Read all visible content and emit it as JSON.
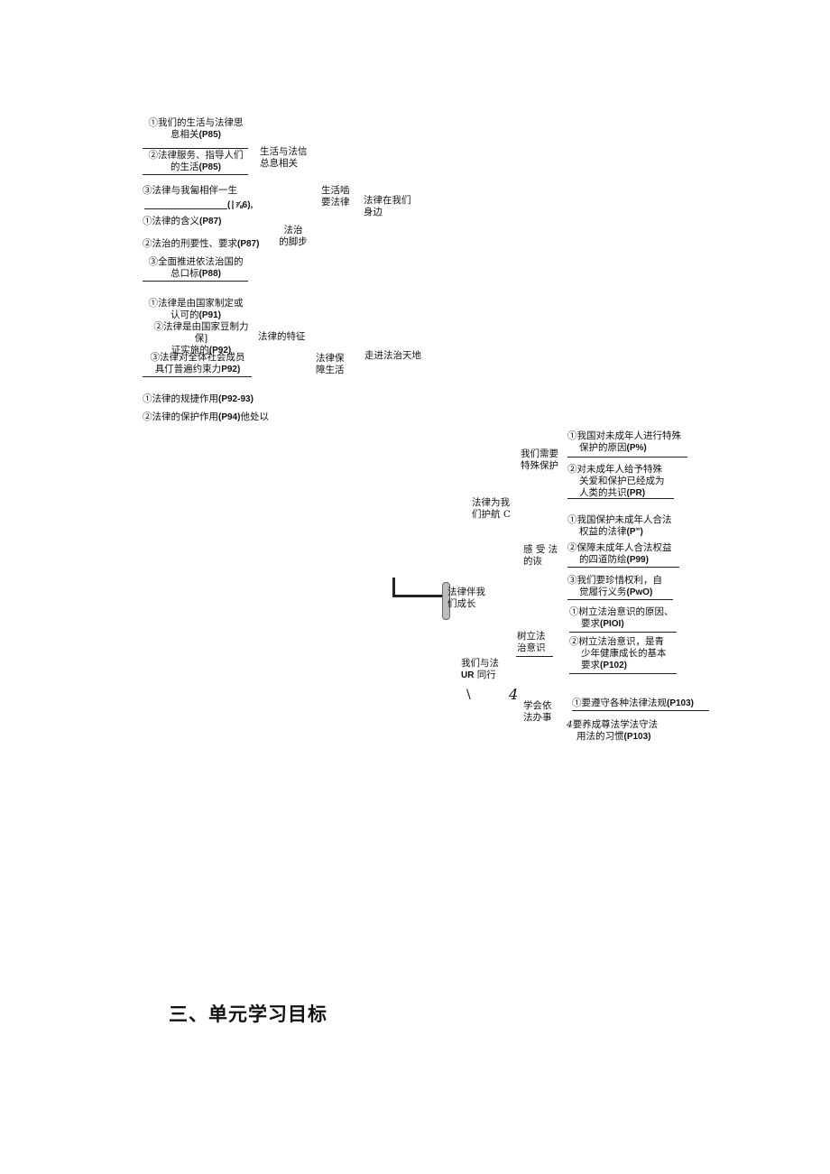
{
  "left_map": {
    "items": [
      {
        "line1": "①我们的生活与法律思",
        "line2": "息相关",
        "ref": "(P85)"
      },
      {
        "line1": "②法律服务、指导人们",
        "line2": "的生活",
        "ref": "(P85)"
      },
      {
        "line1": "③法律与我匐相伴一生",
        "line2": "",
        "ref": "(∣⅞6),"
      },
      {
        "text": "①法律的含义",
        "ref": "(P87)"
      },
      {
        "text": "②法治的刑要性、要求",
        "ref": "(P87)"
      },
      {
        "line1": "③全面推进依法治国的",
        "line2": "总口标",
        "ref": "(P88)"
      },
      {
        "line1": "①法律是由国家制定或",
        "line2": "认可的",
        "ref": "(P91)"
      },
      {
        "line1": "②法律是由国家豆制力",
        "line2": "保]",
        "line3": "证实施的",
        "ref": "(P92)"
      },
      {
        "line1": "③法律对全体社会成员",
        "line2": "具仃普遍约束力",
        "ref": "P92)"
      },
      {
        "text": "①法律的规捷作用",
        "ref": "(P92-93)"
      },
      {
        "text": "②法律的保护作用",
        "ref": "(P94)",
        "suffix": "他处以"
      }
    ],
    "level2": [
      "生活与法信",
      "总息相关",
      "法治",
      "的脚步",
      "法律的特征"
    ],
    "level3": [
      "生活啮",
      "要法律",
      "法律保",
      "障生活"
    ],
    "level4": [
      "法律在我们",
      "身边",
      "走进法治天地"
    ]
  },
  "right_map": {
    "root": [
      "法律伴我",
      "们成长"
    ],
    "branch1": [
      "法律为我",
      "们护航",
      "C"
    ],
    "branch1_sub": [
      "我们需要",
      "特殊保护",
      "感 受 法",
      "的诙"
    ],
    "branch1_items": [
      {
        "line1": "①我国对未成年人进行特殊",
        "line2": "保护的原因",
        "ref": "(P%)"
      },
      {
        "line1": "②对未成年人给予特殊",
        "line2": "关爱和保护已经成为",
        "line3": "人类的共识",
        "ref": "(PR)"
      },
      {
        "line1": "①我国保护未成年人合法",
        "line2": "权益的法律",
        "ref": "(P”)"
      },
      {
        "line1": "②保障未成年人合法权益",
        "line2": "的四道防绘",
        "ref": "(P99)"
      },
      {
        "line1": "③我们要珍惜权利，自",
        "line2": "觉履行义务",
        "ref": "(PwO)"
      }
    ],
    "branch2": [
      "我们与法",
      "UR",
      "同行"
    ],
    "branch2_sub": [
      "树立法",
      "治意识",
      "学会依",
      "法办事"
    ],
    "branch2_items": [
      {
        "line1": "①树立法治意识的原因、",
        "line2": "要求",
        "ref": "(PIOI)"
      },
      {
        "line1": "②树立法治意识，是青",
        "line2": "少年健康成长的基本",
        "line3": "要求",
        "ref": "(P102)"
      },
      {
        "text": "①要遵守各种法律法规",
        "ref": "(P103)"
      },
      {
        "line1": "要养成尊法学法守法",
        "line2": "用法的习惯",
        "ref": "(P103)"
      }
    ],
    "marks": [
      "\\",
      "4",
      "4"
    ]
  },
  "section_heading": "三、单元学习目标"
}
